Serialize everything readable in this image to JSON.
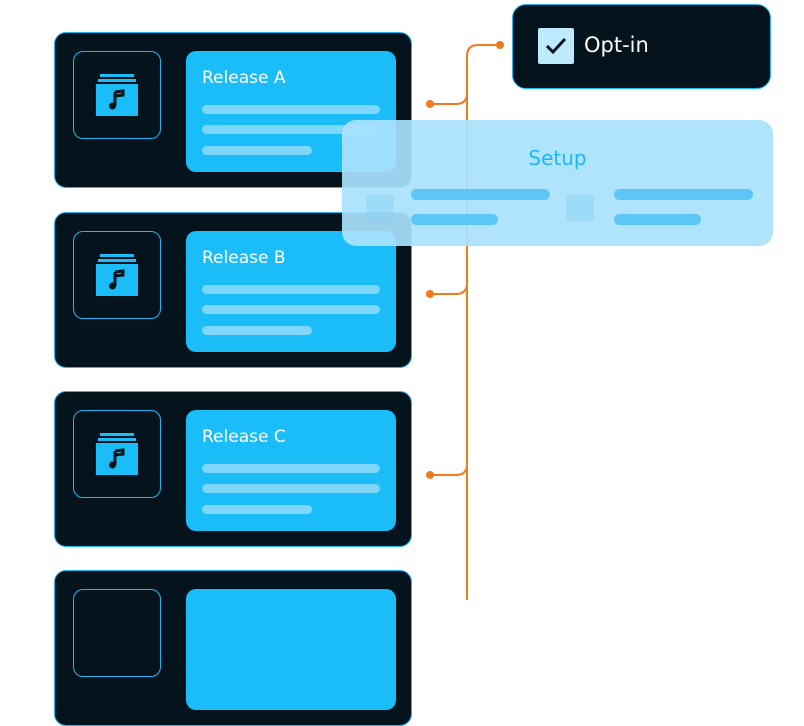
{
  "releases": [
    {
      "title": "Release A"
    },
    {
      "title": "Release B"
    },
    {
      "title": "Release C"
    },
    {
      "title": ""
    }
  ],
  "optin": {
    "label": "Opt-in",
    "checked": true,
    "icon": "check-icon"
  },
  "setup": {
    "title": "Setup"
  },
  "colors": {
    "card_bg": "#05141c",
    "accent": "#1bb8f5",
    "connector": "#f07a1e",
    "setup_bg": "#a8e2fc"
  },
  "icons": {
    "release": "music-album-icon"
  }
}
